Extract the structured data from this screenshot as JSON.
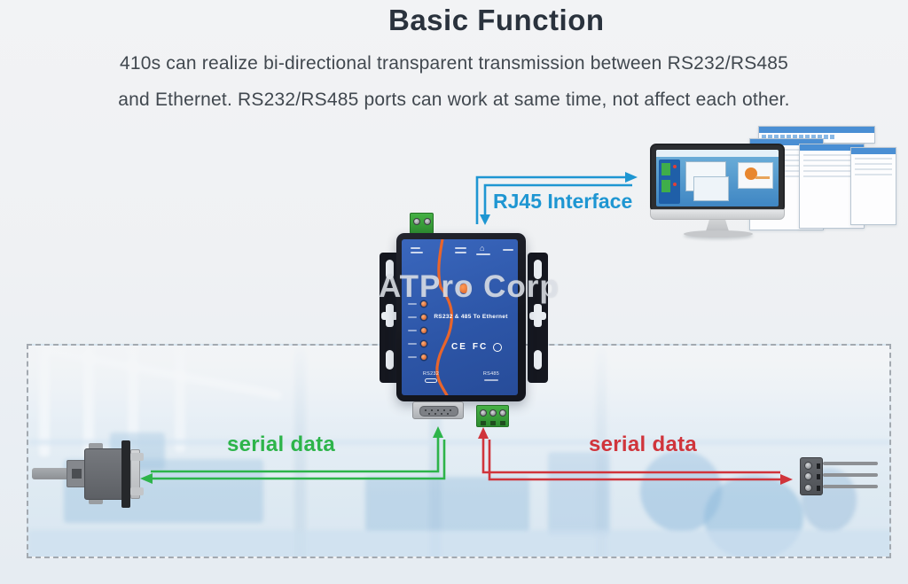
{
  "header": {
    "title": "Basic Function",
    "line1": "410s can realize bi-directional transparent transmission between RS232/RS485",
    "line2": "and Ethernet. RS232/RS485 ports can work at same time, not affect each other."
  },
  "annotations": {
    "rj45_label": "RJ45 Interface",
    "serial_left_label": "serial data",
    "serial_right_label": "serial data"
  },
  "device": {
    "watermark": "ATPro Corp",
    "panel_text": "RS232 & 485 To Ethernet",
    "cert_1": "CE",
    "cert_2": "FC",
    "port_left": "RS232",
    "port_right": "RS485"
  },
  "colors": {
    "arrow_blue": "#1e96d2",
    "arrow_green": "#2db44a",
    "arrow_red": "#d0343b",
    "device_face": "#2d56a8",
    "device_case": "#15171f",
    "accent_orange": "#e8652c",
    "terminal_green": "#3aa43a"
  }
}
